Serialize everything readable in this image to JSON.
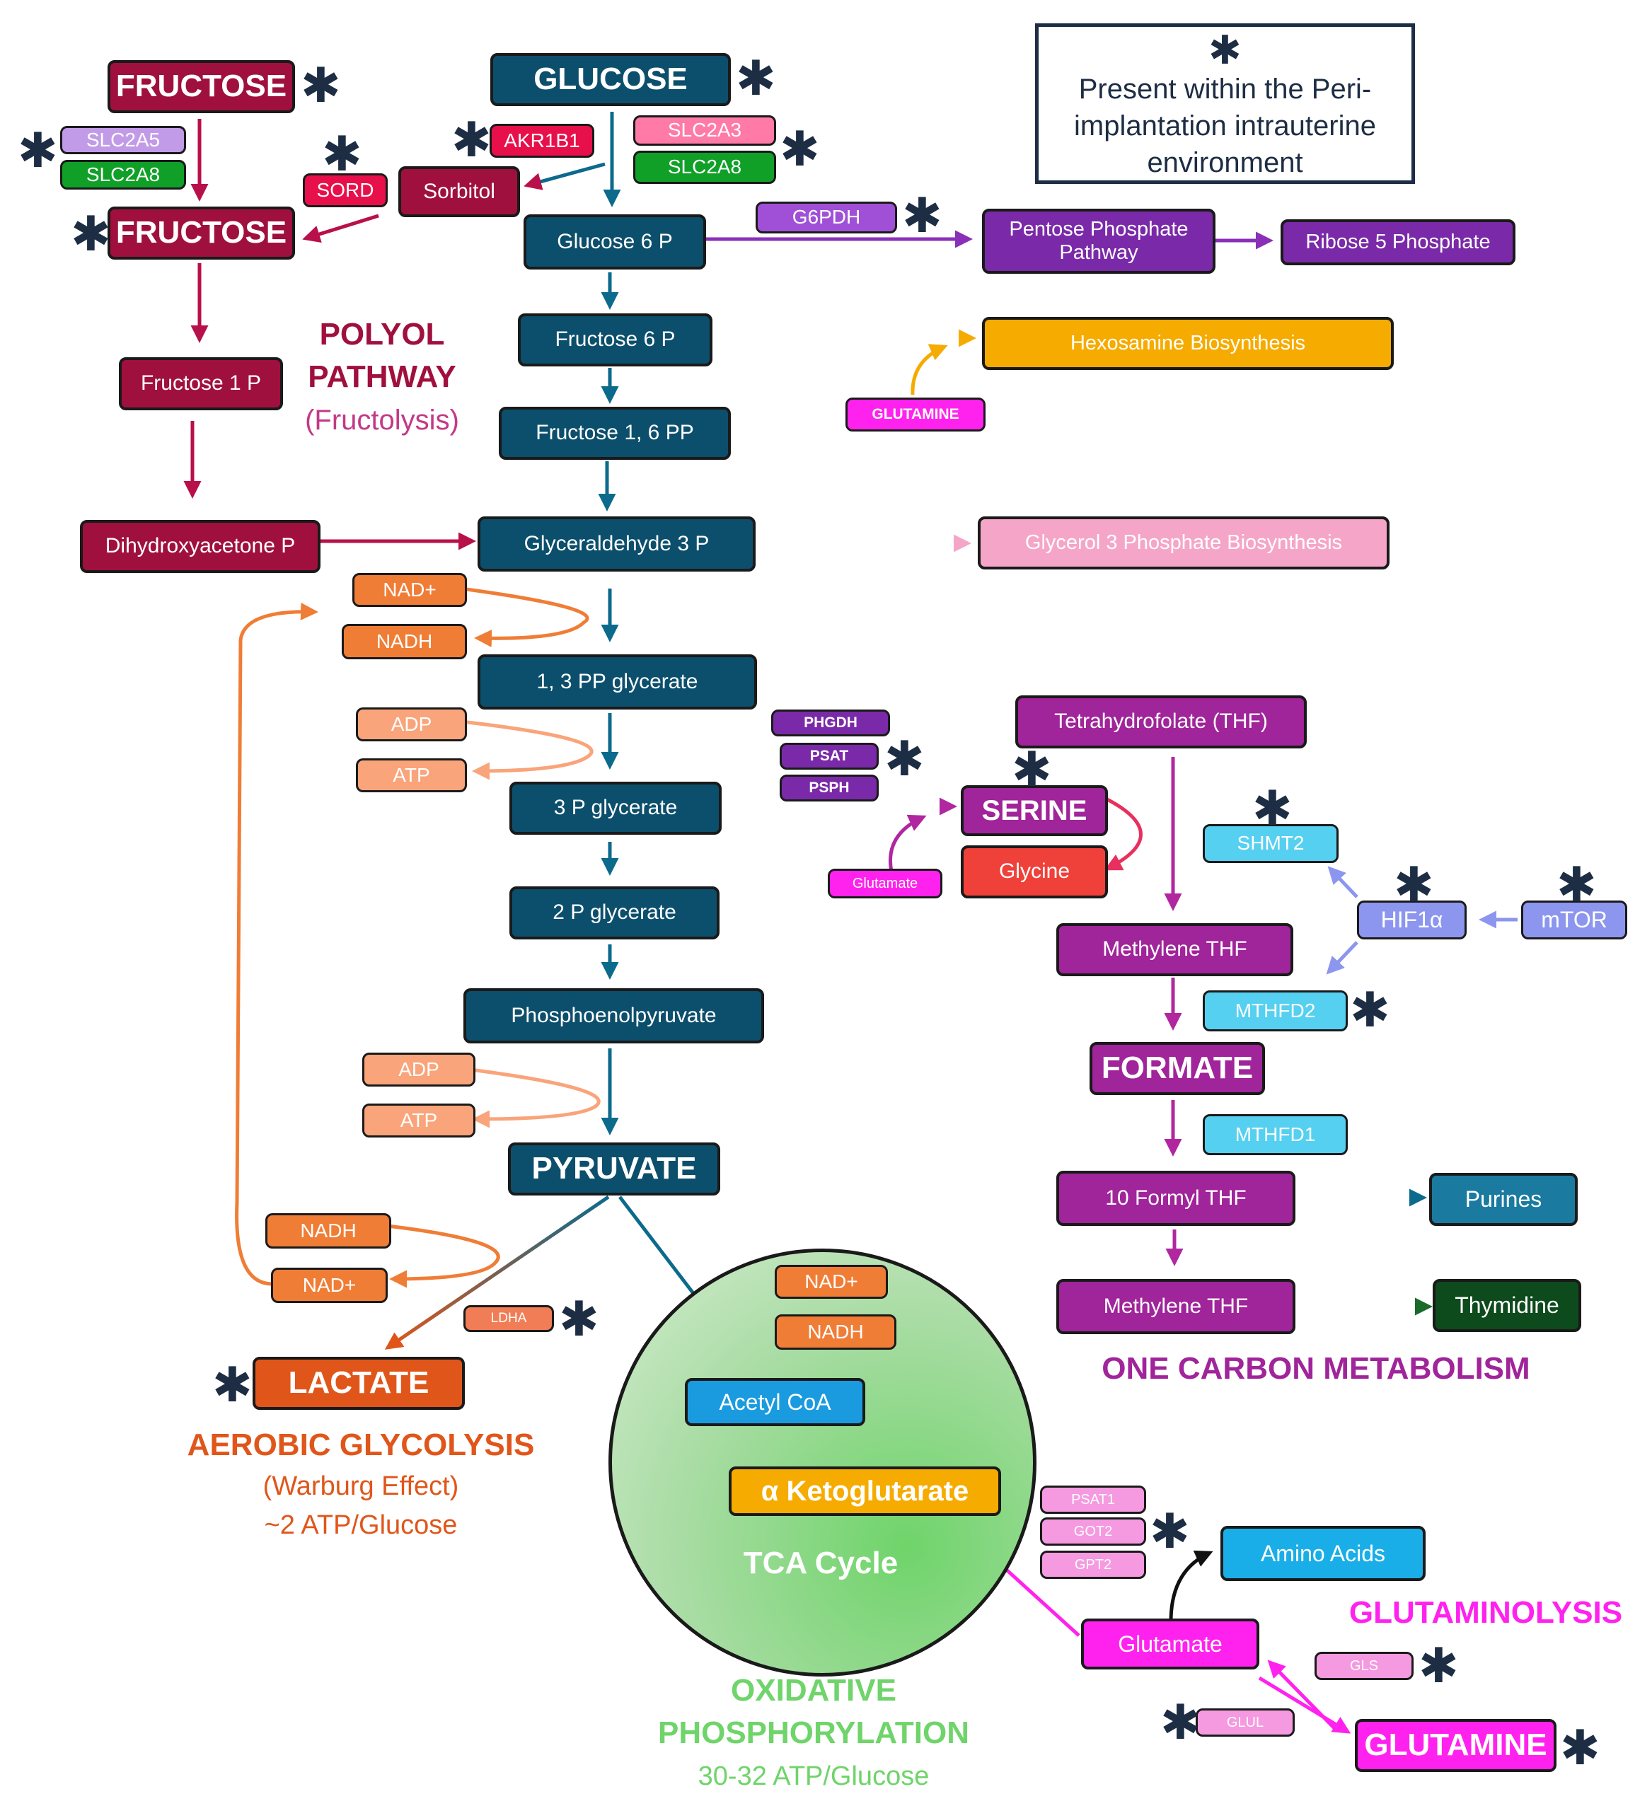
{
  "legend": {
    "star": "✱",
    "text": "Present within the Peri-implantation intrauterine environment"
  },
  "colors": {
    "glycolysis": "#0c4f6c",
    "polyol": "#a0103f",
    "aerobic": "#e0561a",
    "oxphos": "#6fd46a",
    "one_carbon": "#a0249a",
    "glutaminolysis": "#ff22ee",
    "pentose": "#7a2aa8",
    "hexosamine": "#f5ab00",
    "glycerol3p": "#f5a6c8",
    "star": "#1d2d44"
  },
  "nodes": {
    "fructose_top": "FRUCTOSE",
    "slc2a5": "SLC2A5",
    "slc2a8_left": "SLC2A8",
    "sord": "SORD",
    "sorbitol": "Sorbitol",
    "fructose_mid": "FRUCTOSE",
    "fructose_1p": "Fructose 1 P",
    "dhap": "Dihydroxyacetone P",
    "glucose": "GLUCOSE",
    "akr1b1": "AKR1B1",
    "slc2a3": "SLC2A3",
    "slc2a8_right": "SLC2A8",
    "glucose_6p": "Glucose 6 P",
    "g6pdh": "G6PDH",
    "ppp": "Pentose Phosphate Pathway",
    "ribose_5p": "Ribose 5 Phosphate",
    "fructose_6p": "Fructose 6 P",
    "hexosamine": "Hexosamine Biosynthesis",
    "glutamine_small": "GLUTAMINE",
    "fructose_16pp": "Fructose 1, 6 PP",
    "g3p": "Glyceraldehyde 3 P",
    "glycerol3p": "Glycerol 3 Phosphate Biosynthesis",
    "nad_1": "NAD+",
    "nadh_1": "NADH",
    "bpg": "1, 3 PP glycerate",
    "adp_1": "ADP",
    "atp_1": "ATP",
    "pg3": "3 P glycerate",
    "phgdh": "PHGDH",
    "psat": "PSAT",
    "psph": "PSPH",
    "serine": "SERINE",
    "glycine": "Glycine",
    "glutamate_small": "Glutamate",
    "pg2": "2 P glycerate",
    "pep": "Phosphoenolpyruvate",
    "adp_2": "ADP",
    "atp_2": "ATP",
    "pyruvate": "PYRUVATE",
    "nadh_2": "NADH",
    "nad_2": "NAD+",
    "ldha": "LDHA",
    "lactate": "LACTATE",
    "nad_3": "NAD+",
    "nadh_3": "NADH",
    "acetyl_coa": "Acetyl CoA",
    "akg": "α Ketoglutarate",
    "thf": "Tetrahydrofolate (THF)",
    "shmt2": "SHMT2",
    "hif1a": "HIF1α",
    "mtor": "mTOR",
    "methylene_thf_1": "Methylene THF",
    "mthfd2": "MTHFD2",
    "formate": "FORMATE",
    "mthfd1": "MTHFD1",
    "formyl_thf": "10 Formyl THF",
    "purines": "Purines",
    "methylene_thf_2": "Methylene THF",
    "thymidine": "Thymidine",
    "psat1": "PSAT1",
    "got2": "GOT2",
    "gpt2": "GPT2",
    "amino_acids": "Amino Acids",
    "glutamate_big": "Glutamate",
    "gls": "GLS",
    "glul": "GLUL",
    "glutamine_big": "GLUTAMINE"
  },
  "labels": {
    "polyol_title": "POLYOL",
    "polyol_title2": "PATHWAY",
    "polyol_sub": "(Fructolysis)",
    "aerobic_title": "AEROBIC GLYCOLYSIS",
    "aerobic_sub": "(Warburg Effect)",
    "aerobic_yield": "~2 ATP/Glucose",
    "tca": "TCA Cycle",
    "oxphos_title": "OXIDATIVE",
    "oxphos_title2": "PHOSPHORYLATION",
    "oxphos_yield": "30-32 ATP/Glucose",
    "one_carbon": "ONE CARBON METABOLISM",
    "glutaminolysis": "GLUTAMINOLYSIS"
  }
}
